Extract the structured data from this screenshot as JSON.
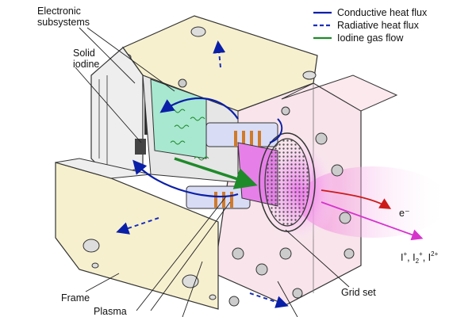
{
  "legend": {
    "conductive": "Conductive heat flux",
    "radiative": "Radiative heat flux",
    "iodine_flow": "Iodine gas flow"
  },
  "labels": {
    "electronic_1": "Electronic",
    "electronic_2": "subsystems",
    "solid_1": "Solid",
    "solid_2": "iodine",
    "frame": "Frame",
    "plasma": "Plasma",
    "grid_set": "Grid set",
    "electron": "e⁻",
    "ion_species": [
      "I",
      "+",
      ", I",
      "2",
      "+",
      ", I",
      "2+"
    ]
  },
  "colors": {
    "conductive": "#0a1fa8",
    "radiative": "#1a2fb8",
    "iodine_flow": "#1f8a2a",
    "electron_arrow": "#cc1a1a",
    "ion_arrow": "#d633cc",
    "plasma_glow": "#e066e6",
    "iodine_tank": "#a8e8d0",
    "panel": "#f7f0cf",
    "body_pink": "#f8e4ea"
  },
  "icons": [
    "gear-icon"
  ]
}
